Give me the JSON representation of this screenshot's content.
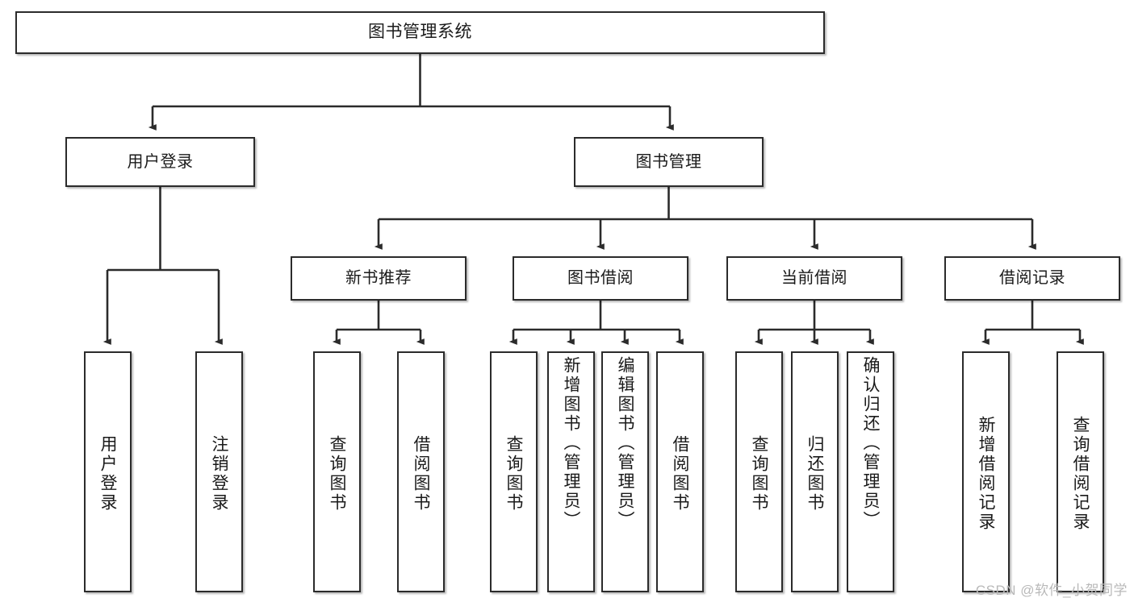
{
  "diagram": {
    "title": "图书管理系统",
    "type": "tree-hierarchy-diagram",
    "watermark": "CSDN @软件_小贺同学",
    "colors": {
      "stroke": "#2b2b2b",
      "fill": "#ffffff",
      "text": "#1a1a1a",
      "watermark": "#b9b9b9"
    },
    "root": {
      "label": "图书管理系统"
    },
    "level2": [
      {
        "label": "用户登录"
      },
      {
        "label": "图书管理"
      }
    ],
    "level3": [
      {
        "label": "新书推荐"
      },
      {
        "label": "图书借阅"
      },
      {
        "label": "当前借阅"
      },
      {
        "label": "借阅记录"
      }
    ],
    "leaves": {
      "user_login": [
        {
          "label": "用户登录"
        },
        {
          "label": "注销登录"
        }
      ],
      "new_book_recommend": [
        {
          "label": "查询图书"
        },
        {
          "label": "借阅图书"
        }
      ],
      "book_borrow": [
        {
          "label": "查询图书"
        },
        {
          "label": "新增图书（管理员）"
        },
        {
          "label": "编辑图书（管理员）"
        },
        {
          "label": "借阅图书"
        }
      ],
      "current_borrow": [
        {
          "label": "查询图书"
        },
        {
          "label": "归还图书"
        },
        {
          "label": "确认归还（管理员）"
        }
      ],
      "borrow_record": [
        {
          "label": "新增借阅记录"
        },
        {
          "label": "查询借阅记录"
        }
      ]
    }
  }
}
